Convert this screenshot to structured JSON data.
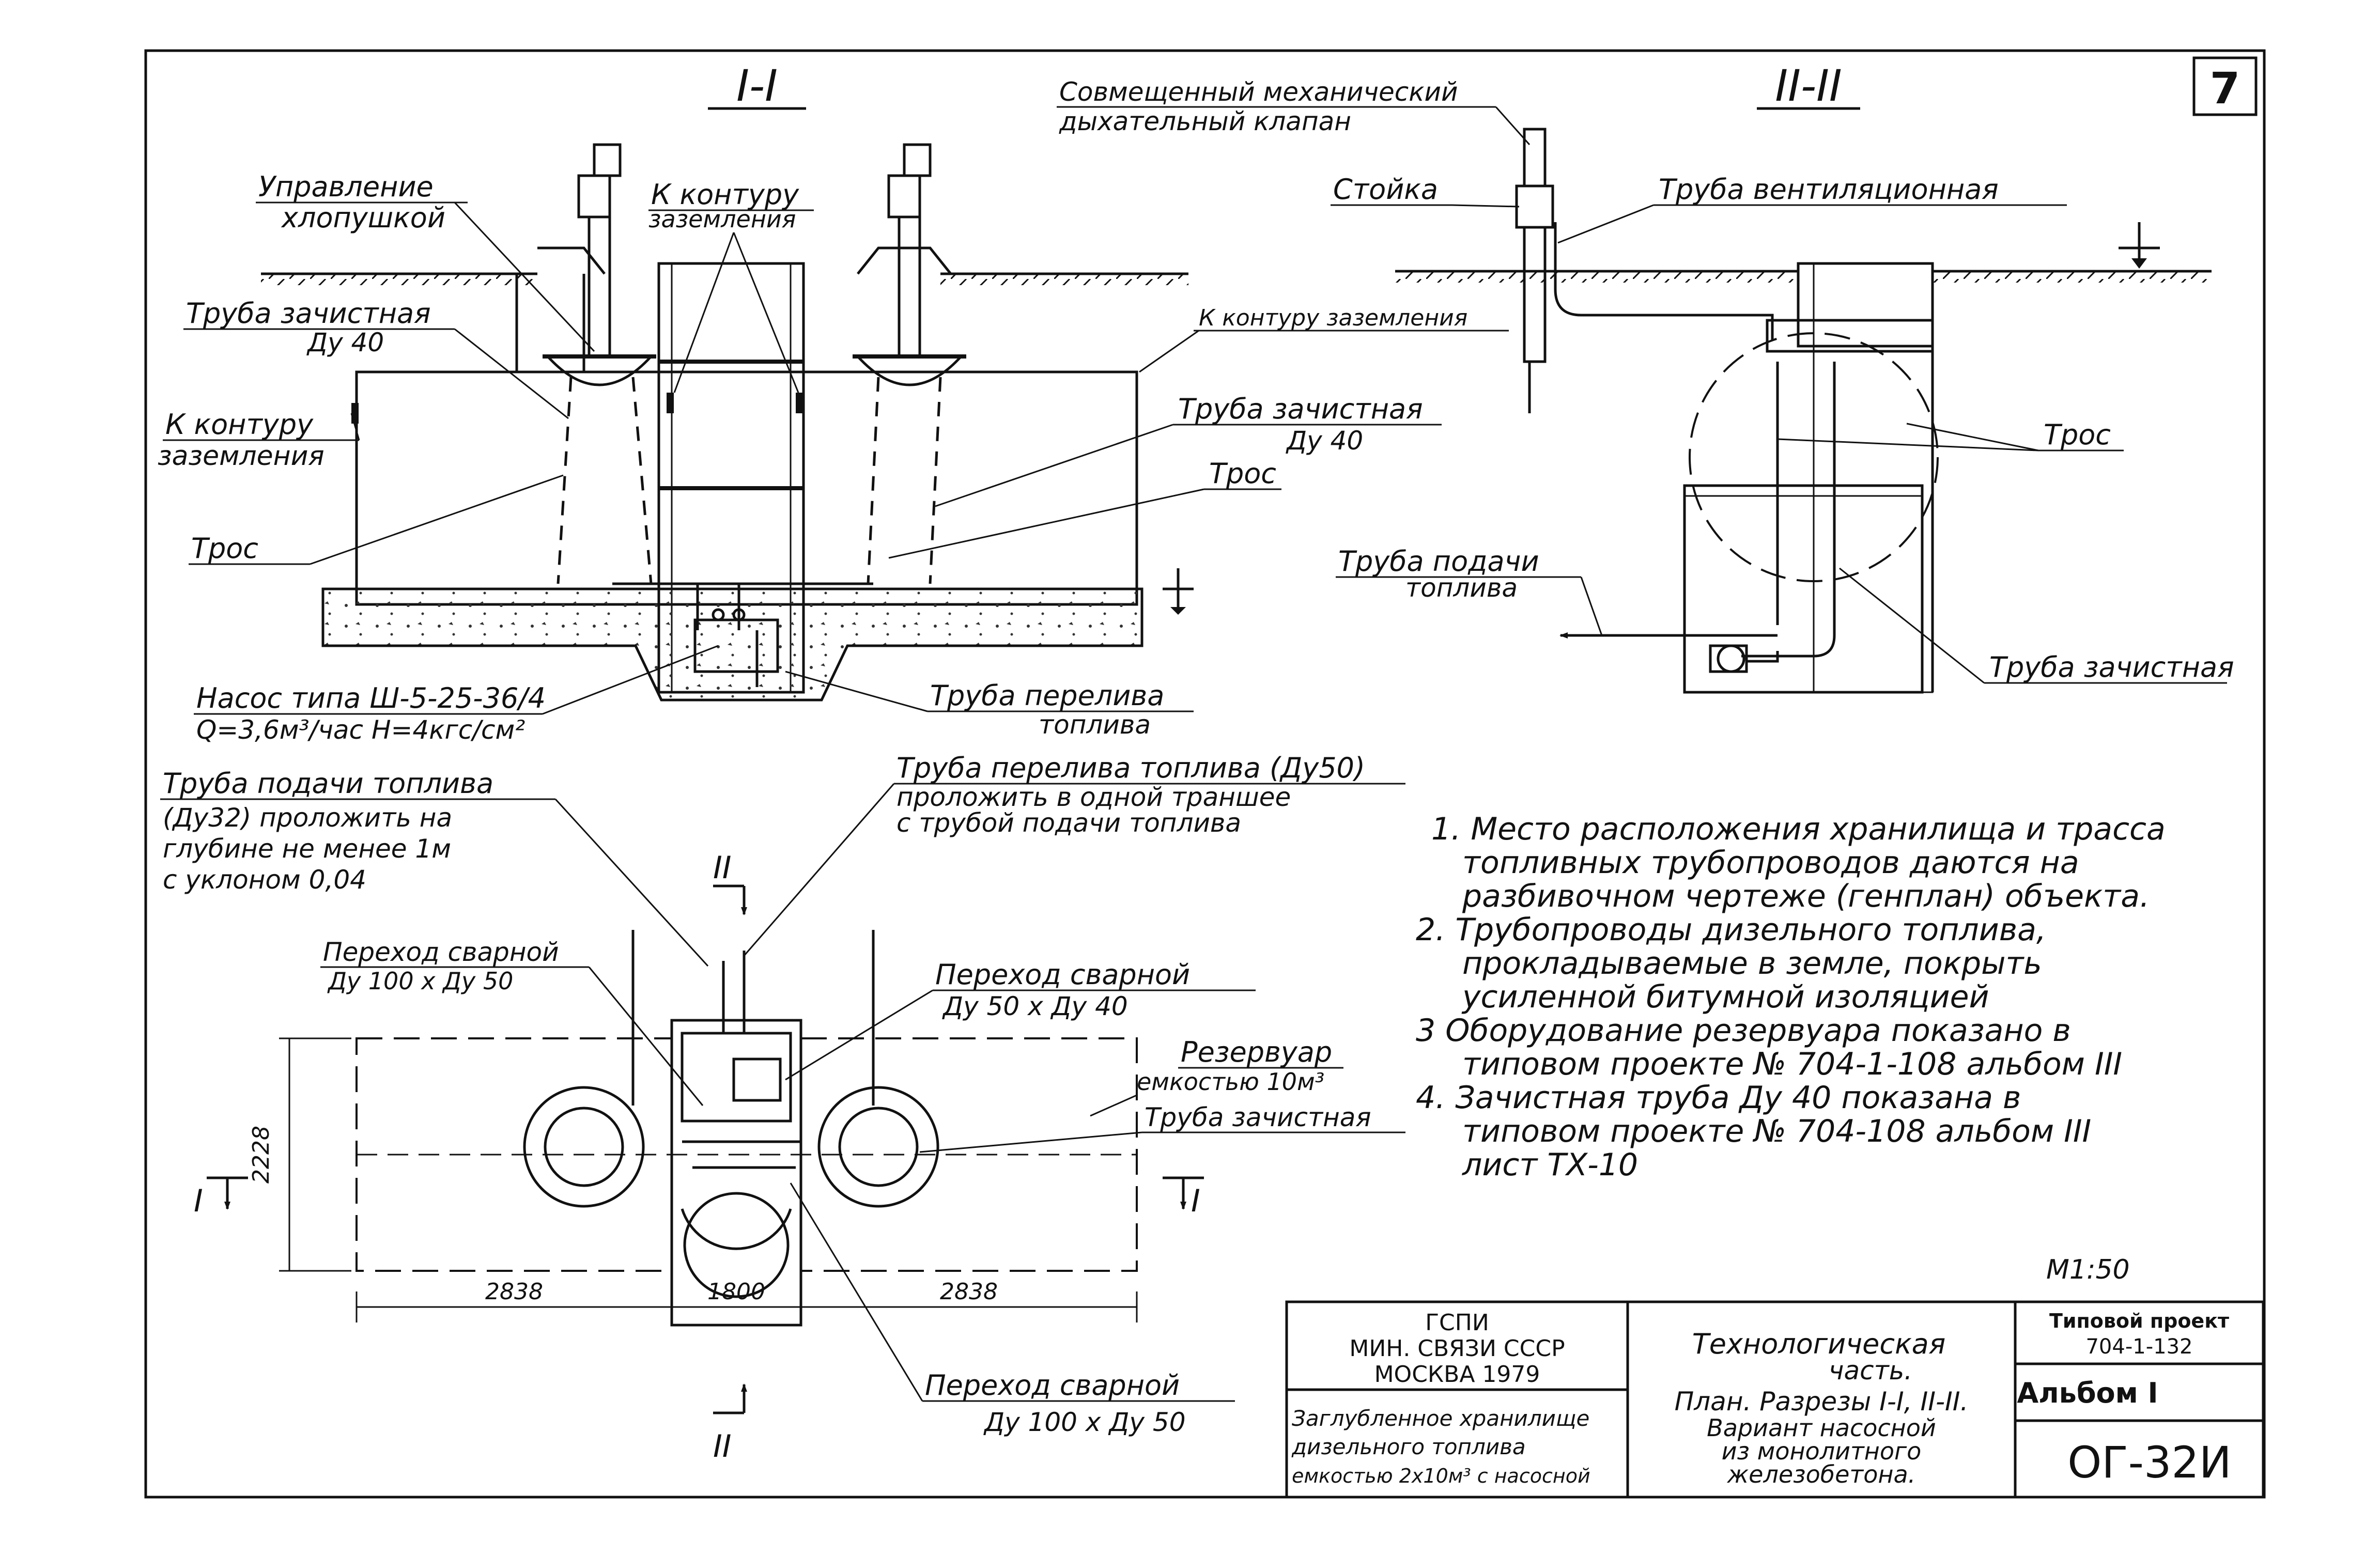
{
  "sheet_number": "7",
  "section_1": {
    "title": "I-I",
    "labels": {
      "hatch_control_1": "Управление",
      "hatch_control_2": "хлопушкой",
      "to_ground_loop_top_1": "К контуру",
      "to_ground_loop_top_2": "заземления",
      "to_ground_loop_right": "К контуру заземления",
      "strip_pipe_left_1": "Труба зачистная",
      "strip_pipe_left_2": "Ду 40",
      "to_ground_loop_left_1": "К контуру",
      "to_ground_loop_left_2": "заземления",
      "strip_pipe_right_1": "Труба зачистная",
      "strip_pipe_right_2": "Ду 40",
      "cable_left": "Трос",
      "cable_right": "Трос",
      "pump_1": "Насос типа Ш-5-25-36/4",
      "pump_2": "Q=3,6м³/час  Н=4кгс/см²",
      "overflow_1": "Труба перелива",
      "overflow_2": "топлива"
    }
  },
  "section_2": {
    "title": "II-II",
    "labels": {
      "valve_1": "Совмещенный механический",
      "valve_2": "дыхательный клапан",
      "stand": "Стойка",
      "vent_pipe": "Труба вентиляционная",
      "cable": "Трос",
      "feed_pipe_1": "Труба подачи",
      "feed_pipe_2": "топлива",
      "strip_pipe": "Труба зачистная"
    }
  },
  "plan": {
    "labels": {
      "feed_pipe_1": "Труба подачи топлива",
      "feed_pipe_2": "(Ду32) проложить на",
      "feed_pipe_3": "глубине не менее 1м",
      "feed_pipe_4": "с уклоном 0,04",
      "overflow_1": "Труба перелива топлива (Ду50)",
      "overflow_2": "проложить в одной траншее",
      "overflow_3": "с трубой подачи топлива",
      "weld_trans_left_1": "Переход сварной",
      "weld_trans_left_2": "Ду 100 х Ду 50",
      "weld_trans_right_1": "Переход сварной",
      "weld_trans_right_2": "Ду 50 х Ду 40",
      "reservoir_1": "Резервуар",
      "reservoir_2": "емкостью 10м³",
      "strip_pipe": "Труба зачистная",
      "weld_trans_bottom_1": "Переход сварной",
      "weld_trans_bottom_2": "Ду 100 х Ду 50",
      "section_mark_I_left": "I",
      "section_mark_I_right": "I",
      "section_mark_II_top": "II",
      "section_mark_II_bottom": "II"
    },
    "dimensions": {
      "height": "2228",
      "left": "2838",
      "middle": "1800",
      "right": "2838"
    }
  },
  "notes": [
    "1. Место расположения хранилища и трасса",
    "топливных трубопроводов даются на",
    "разбивочном чертеже (генплан) объекта.",
    "2. Трубопроводы дизельного топлива,",
    "прокладываемые в земле, покрыть",
    "усиленной битумной изоляцией",
    "3  Оборудование резервуара показано в",
    "типовом проекте № 704-1-108 альбом III",
    "4. Зачистная труба Ду 40 показана в",
    "типовом проекте № 704-108 альбом III",
    "лист ТХ-10"
  ],
  "scale": "М1:50",
  "title_block": {
    "org_1": "ГСПИ",
    "org_2": "МИН. СВЯЗИ СССР",
    "org_3": "МОСКВА 1979",
    "object_1": "Заглубленное хранилище",
    "object_2": "дизельного топлива",
    "object_3": "емкостью 2х10м³ с насосной",
    "part_1": "Технологическая",
    "part_2": "часть.",
    "content_1": "План. Разрезы I-I, II-II.",
    "content_2": "Вариант насосной",
    "content_3": "из монолитного",
    "content_4": "железобетона.",
    "project_1": "Типовой проект",
    "project_2": "704-1-132",
    "album": "Альбом I",
    "code": "ОГ-32И"
  }
}
